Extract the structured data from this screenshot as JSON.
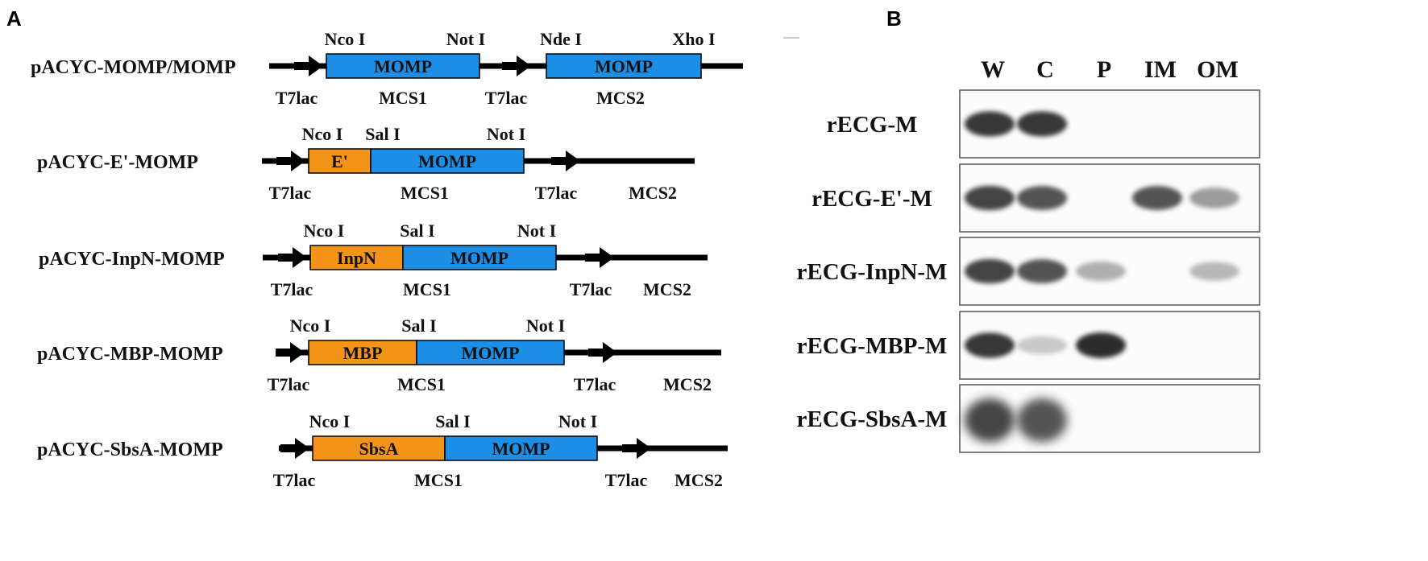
{
  "panel_a": {
    "letter": "A",
    "colors": {
      "backbone": "#000000",
      "fusion_tag": "#f39419",
      "momp_box": "#1c8ee6"
    },
    "constructs": [
      {
        "name": "pACYC-MOMP/MOMP",
        "sites": [
          "Nco I",
          "Not I",
          "Nde I",
          "Xho I"
        ],
        "boxes": [
          "MOMP",
          "MOMP"
        ],
        "labels": [
          "T7lac",
          "MCS1",
          "T7lac",
          "MCS2"
        ]
      },
      {
        "name": "pACYC-E'-MOMP",
        "sites": [
          "Nco I",
          "Sal I",
          "Not I"
        ],
        "boxes": [
          "E'",
          "MOMP"
        ],
        "labels": [
          "T7lac",
          "MCS1",
          "T7lac",
          "MCS2"
        ]
      },
      {
        "name": "pACYC-InpN-MOMP",
        "sites": [
          "Nco I",
          "Sal I",
          "Not I"
        ],
        "boxes": [
          "InpN",
          "MOMP"
        ],
        "labels": [
          "T7lac",
          "MCS1",
          "T7lac",
          "MCS2"
        ]
      },
      {
        "name": "pACYC-MBP-MOMP",
        "sites": [
          "Nco I",
          "Sal I",
          "Not I"
        ],
        "boxes": [
          "MBP",
          "MOMP"
        ],
        "labels": [
          "T7lac",
          "MCS1",
          "T7lac",
          "MCS2"
        ]
      },
      {
        "name": "pACYC-SbsA-MOMP",
        "sites": [
          "Nco I",
          "Sal I",
          "Not I"
        ],
        "boxes": [
          "SbsA",
          "MOMP"
        ],
        "labels": [
          "T7lac",
          "MCS1",
          "T7lac",
          "MCS2"
        ]
      }
    ]
  },
  "panel_b": {
    "letter": "B",
    "lanes": [
      "W",
      "C",
      "P",
      "IM",
      "OM"
    ],
    "rows": [
      {
        "label": "rECG-M",
        "bands": [
          0.95,
          0.95,
          0,
          0,
          0
        ]
      },
      {
        "label": "rECG-E'-M",
        "bands": [
          0.9,
          0.85,
          0,
          0.85,
          0.55
        ]
      },
      {
        "label": "rECG-InpN-M",
        "bands": [
          0.9,
          0.85,
          0.45,
          0,
          0.4
        ]
      },
      {
        "label": "rECG-MBP-M",
        "bands": [
          0.95,
          0.3,
          0.98,
          0,
          0
        ]
      },
      {
        "label": "rECG-SbsA-M",
        "bands": [
          0.9,
          0.85,
          0,
          0,
          0
        ]
      }
    ]
  }
}
